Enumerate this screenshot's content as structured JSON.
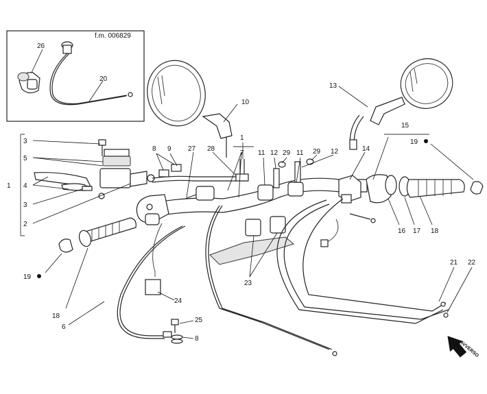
{
  "drawing_ref": "f.m. 006829",
  "direction_badge": "AVVERSO",
  "callouts": {
    "c1": "1",
    "c1b": "1",
    "c2": "2",
    "c3a": "3",
    "c3b": "3",
    "c4": "4",
    "c5": "5",
    "c6": "6",
    "c7": "7",
    "c8a": "8",
    "c8b": "8",
    "c9": "9",
    "c10": "10",
    "c11a": "11",
    "c11b": "11",
    "c12a": "12",
    "c12b": "12",
    "c13": "13",
    "c14": "14",
    "c15": "15",
    "c16": "16",
    "c17": "17",
    "c18a": "18",
    "c18b": "18",
    "c19a": "19",
    "c19b": "19",
    "c20": "20",
    "c21": "21",
    "c22": "22",
    "c23": "23",
    "c24": "24",
    "c25": "25",
    "c26": "26",
    "c27": "27",
    "c28": "28",
    "c29a": "29",
    "c29b": "29"
  }
}
